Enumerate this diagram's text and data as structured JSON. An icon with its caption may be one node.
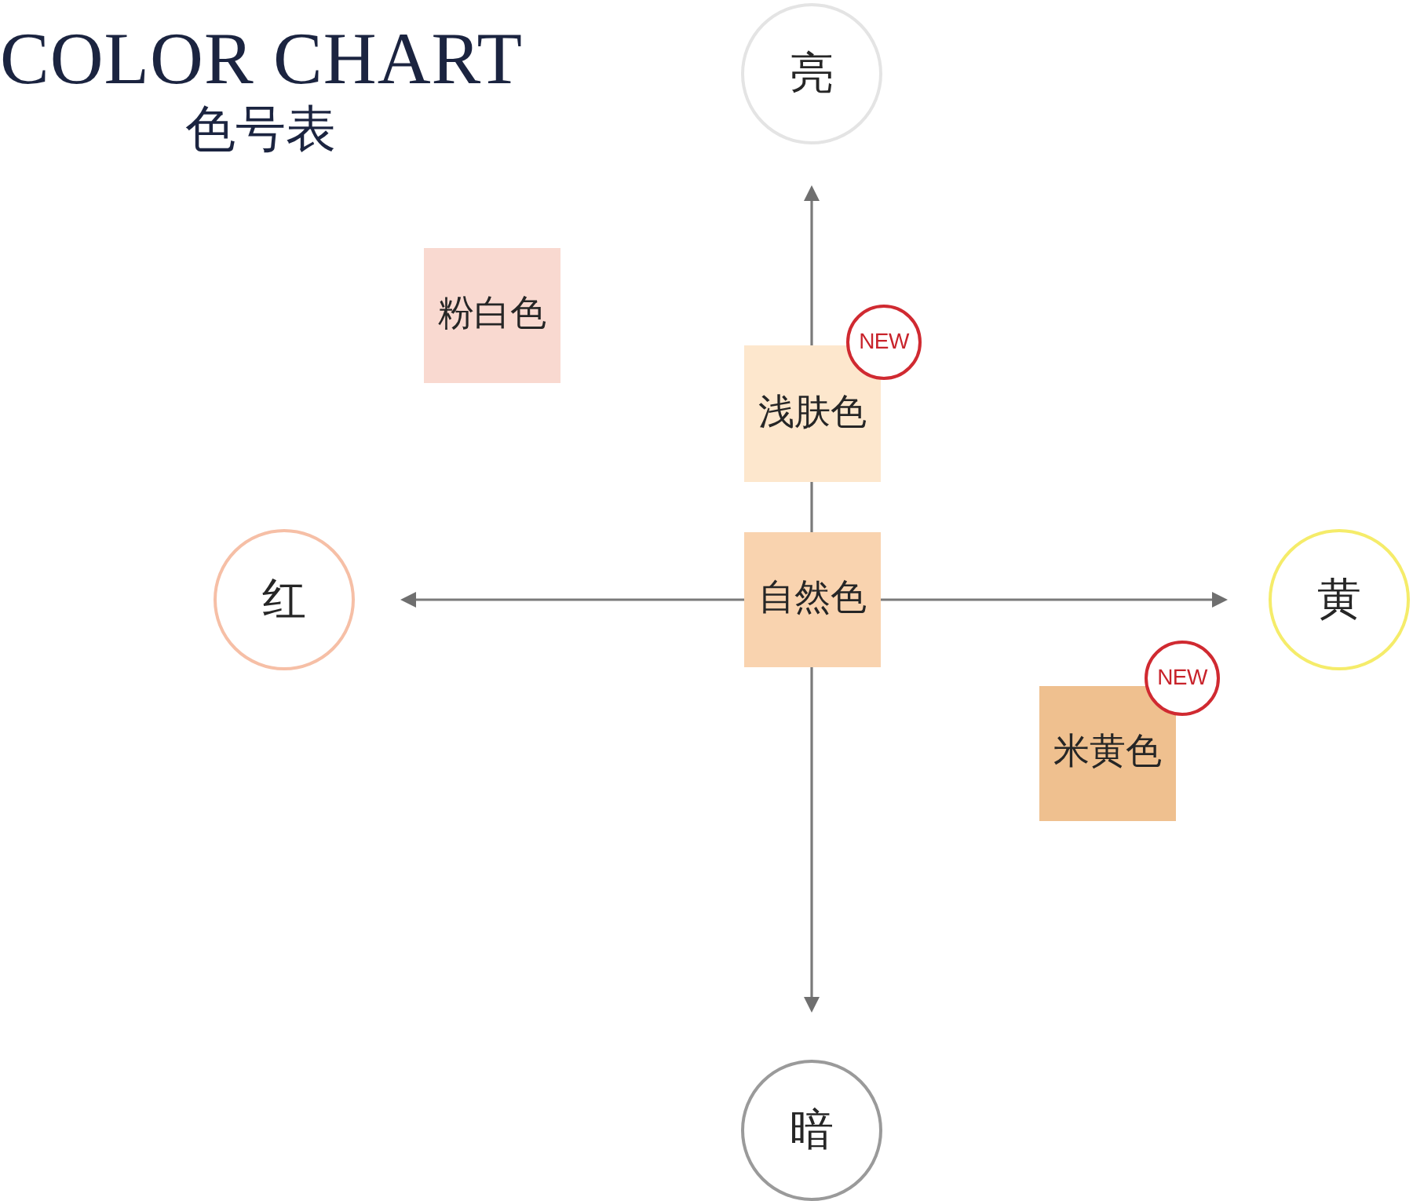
{
  "diagram": {
    "title": "COLOR CHART",
    "nodes": [
      {
        "text": [
          "亮"
        ]
      },
      {
        "text": [
          "粉白色"
        ]
      },
      {
        "text": [
          "浅肤色"
        ]
      },
      {
        "text": [
          "NEW"
        ]
      },
      {
        "text": [
          "红"
        ]
      },
      {
        "text": [
          "自然色"
        ]
      },
      {
        "text": [
          "黄"
        ]
      },
      {
        "text": [
          "NEW"
        ]
      },
      {
        "text": [
          "米黄色"
        ]
      },
      {
        "text": [
          "暗"
        ]
      }
    ],
    "labels": [
      "色号表"
    ]
  }
}
